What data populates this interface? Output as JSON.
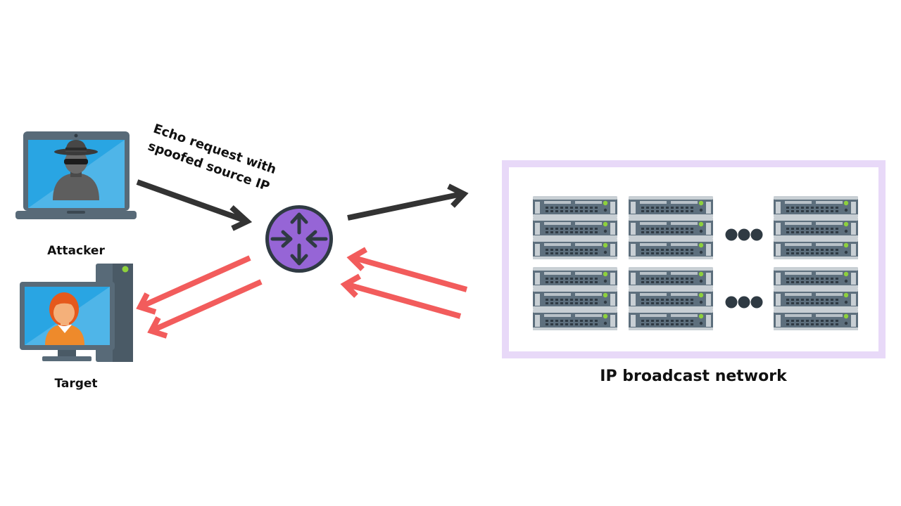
{
  "labels": {
    "attacker": "Attacker",
    "target": "Target",
    "echo_line1": "Echo request with",
    "echo_line2": "spoofed source IP",
    "network": "IP broadcast network"
  },
  "colors": {
    "dark_arrow": "#333333",
    "reply_arrow": "#f25c5c",
    "router": "#9665d6",
    "network_border": "#e8d9f8",
    "screen": "#29a5e3",
    "device_frame": "#586a78",
    "server_body": "#5d6f7d",
    "server_light": "#8ed13c"
  },
  "icons": {
    "attacker": "hacker-laptop-icon",
    "target": "desktop-user-icon",
    "router": "router-icon",
    "server": "server-rack-icon",
    "ellipsis": "ellipsis-icon"
  }
}
